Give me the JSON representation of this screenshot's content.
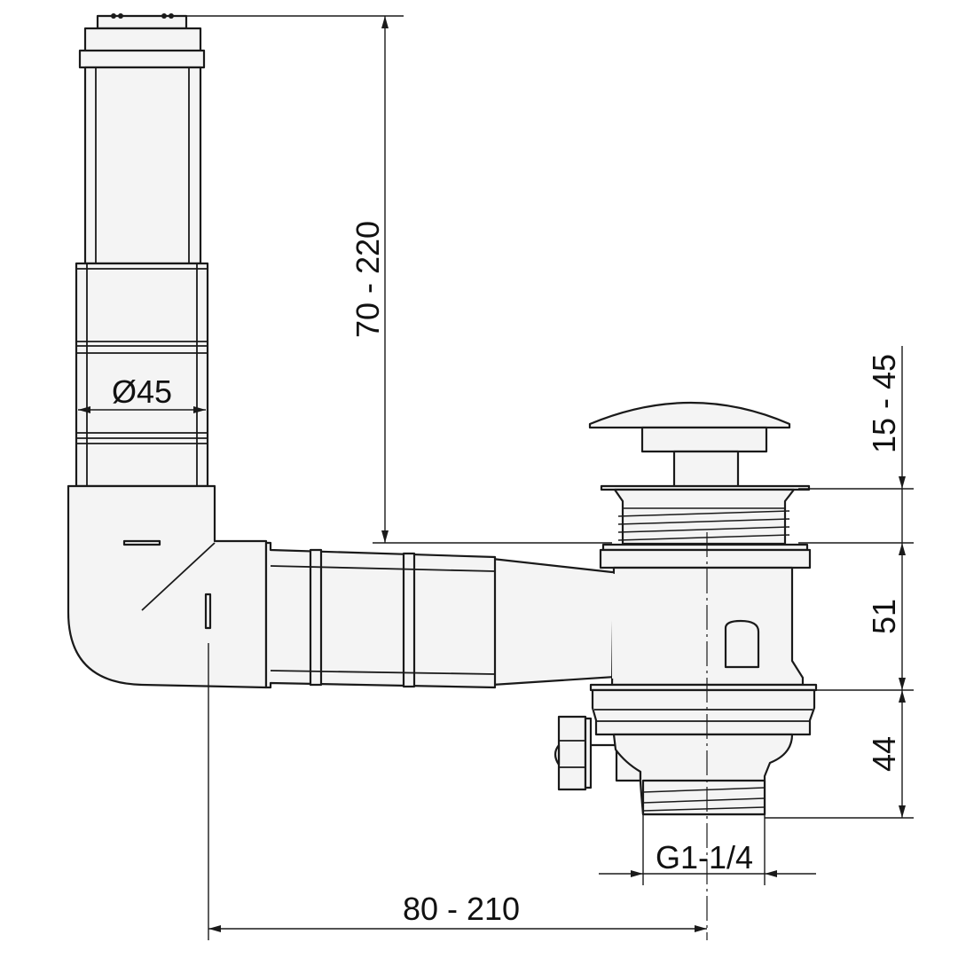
{
  "title": "Pop-up waste with extendable overflow - dimension drawing",
  "dimensions": {
    "overflow_height": "70 - 220",
    "overflow_diameter": "Ø45",
    "plug_stroke": "15 - 45",
    "body_height": "51",
    "tail_height": "44",
    "thread": "G1-1/4",
    "horizontal_distance": "80 - 210"
  },
  "colors": {
    "line": "#1a1a1a",
    "fill": "#f4f4f4"
  }
}
